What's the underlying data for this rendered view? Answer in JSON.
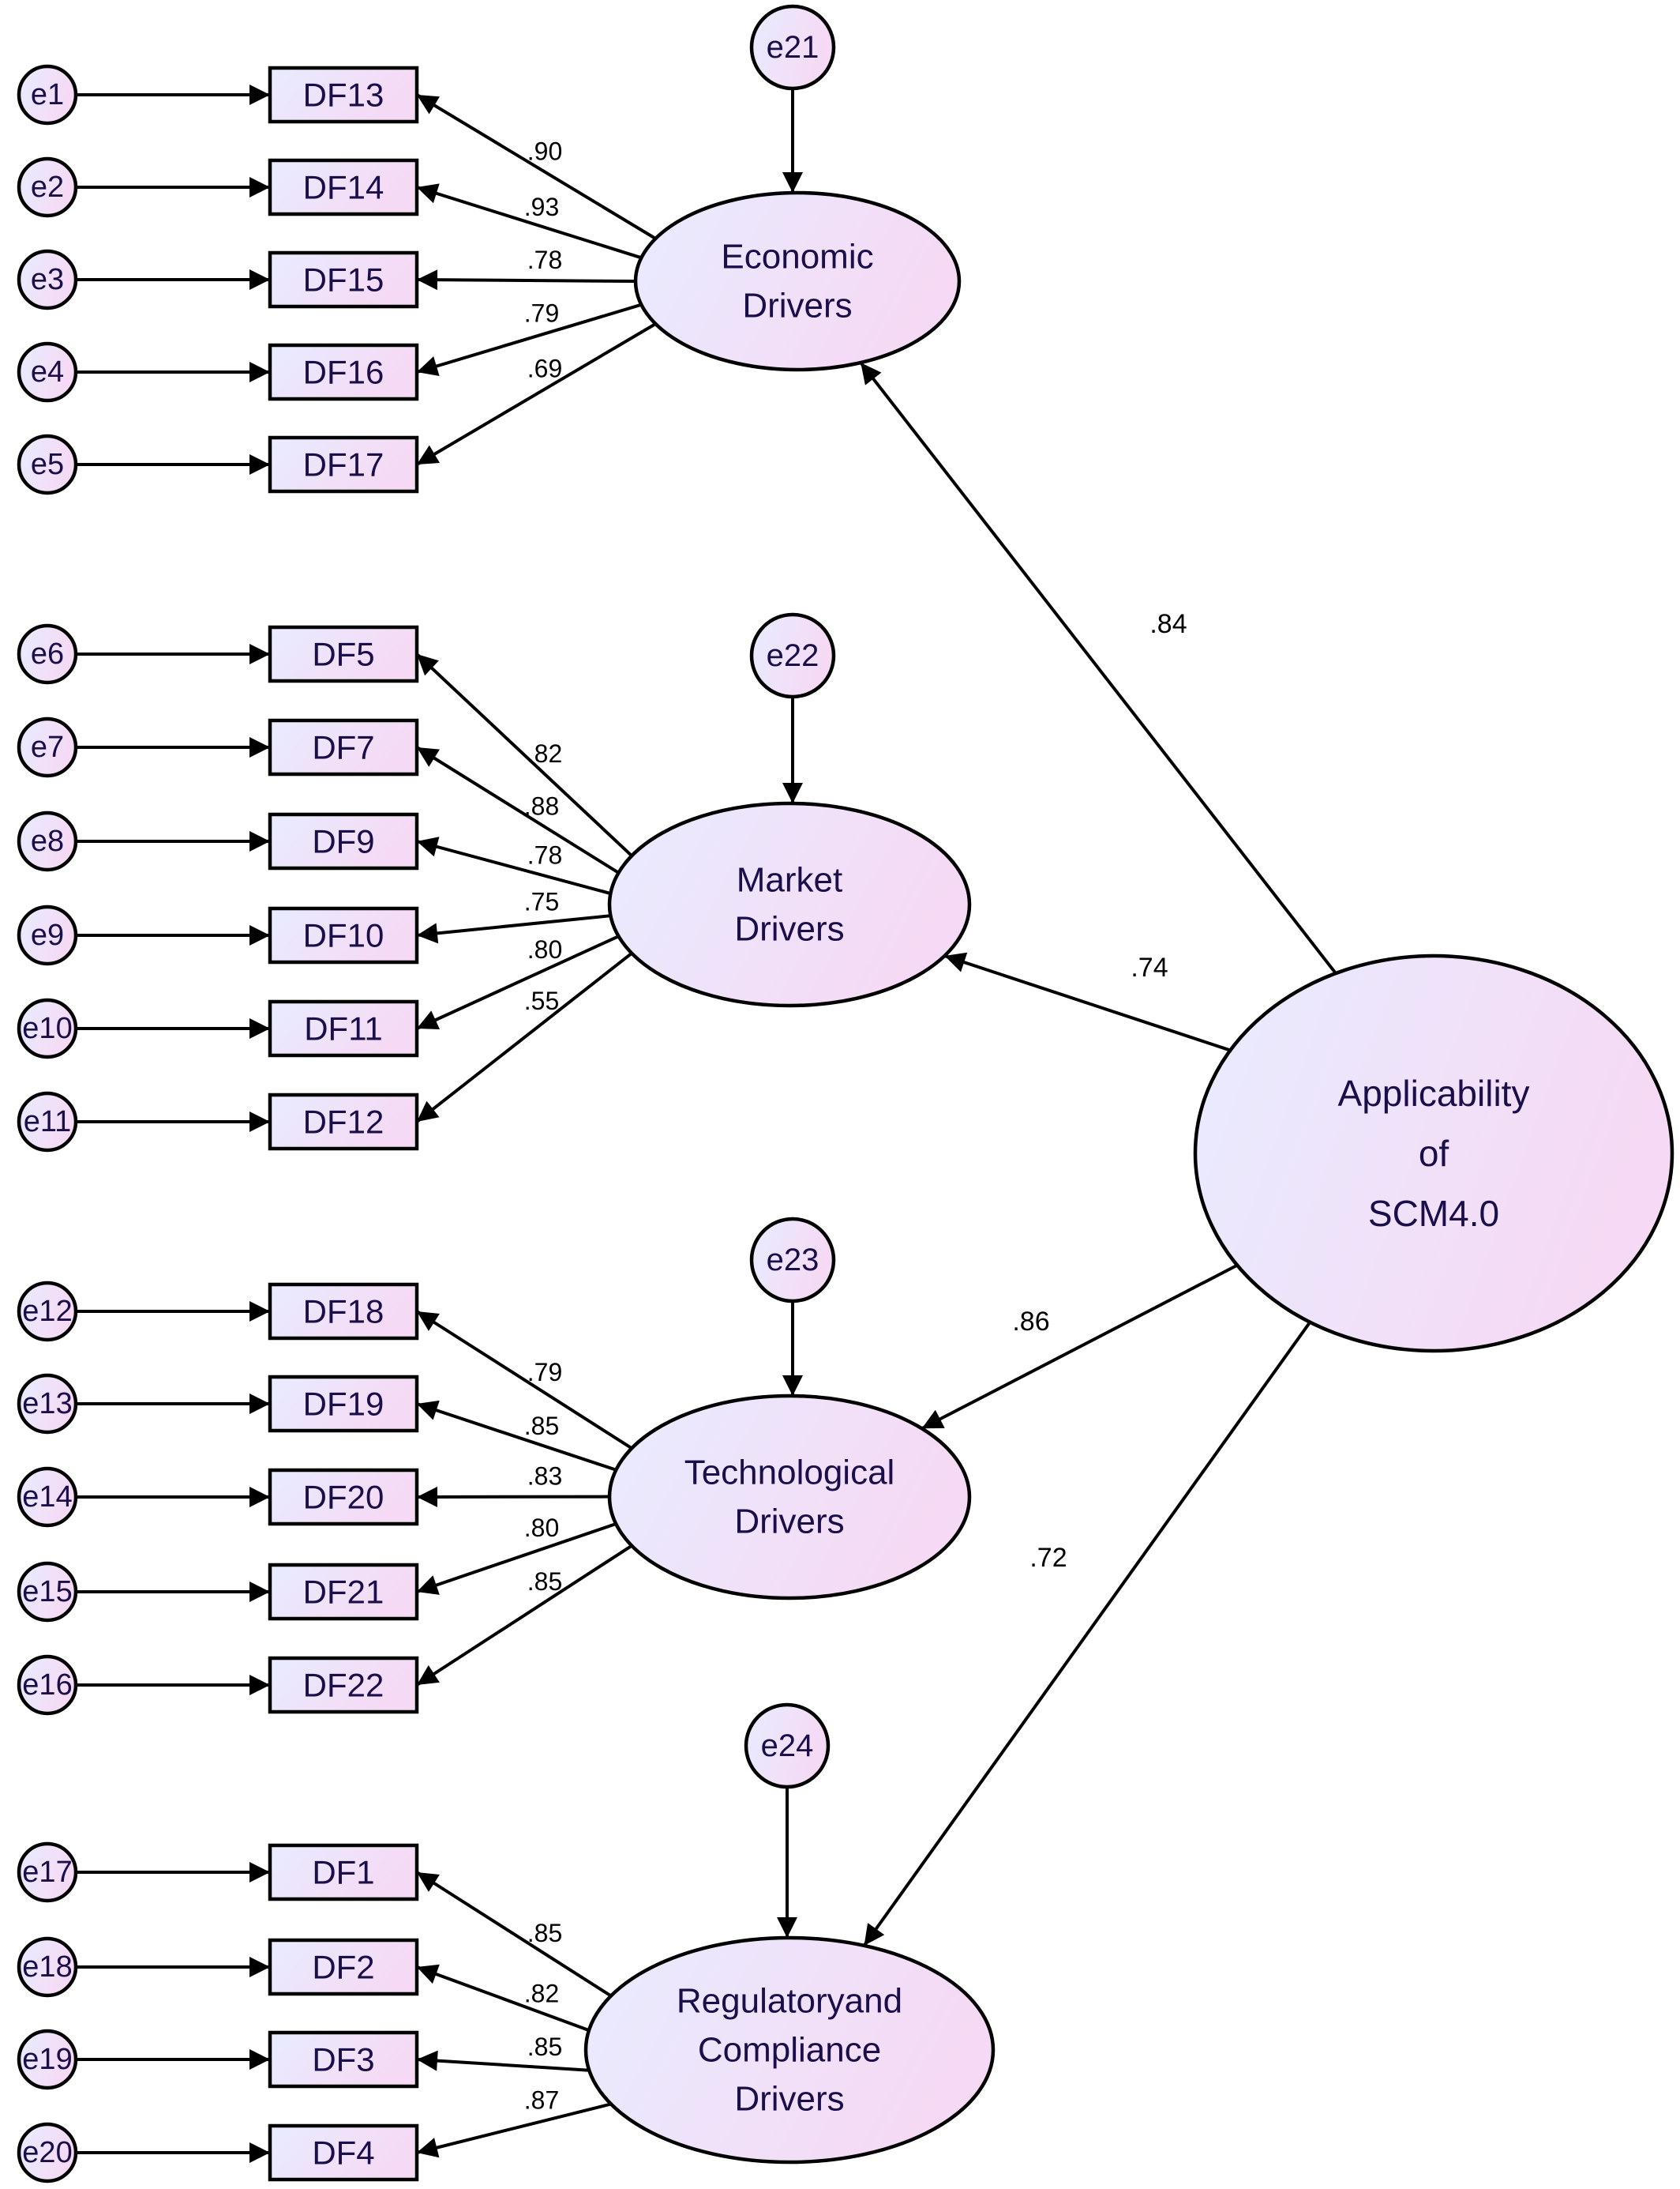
{
  "colors": {
    "stroke": "#000000",
    "text": "#1a0f4a",
    "fill_light": "#e8ecff",
    "fill_pink": "#f6d9f4"
  },
  "latents": [
    {
      "id": "econ",
      "lines": [
        "Economic",
        "Drivers"
      ]
    },
    {
      "id": "market",
      "lines": [
        "Market",
        "Drivers"
      ]
    },
    {
      "id": "tech",
      "lines": [
        "Technological",
        "Drivers"
      ]
    },
    {
      "id": "reg",
      "lines": [
        "Regulatoryand",
        "Compliance",
        "Drivers"
      ]
    },
    {
      "id": "scm",
      "lines": [
        "Applicability",
        "of",
        "SCM4.0"
      ]
    }
  ],
  "groups": [
    {
      "latent": "econ",
      "disturbance": "e21",
      "items": [
        {
          "error": "e1",
          "indicator": "DF13",
          "loading": ".90"
        },
        {
          "error": "e2",
          "indicator": "DF14",
          "loading": ".93"
        },
        {
          "error": "e3",
          "indicator": "DF15",
          "loading": ".78"
        },
        {
          "error": "e4",
          "indicator": "DF16",
          "loading": ".79"
        },
        {
          "error": "e5",
          "indicator": "DF17",
          "loading": ".69"
        }
      ]
    },
    {
      "latent": "market",
      "disturbance": "e22",
      "items": [
        {
          "error": "e6",
          "indicator": "DF5",
          "loading": ".82"
        },
        {
          "error": "e7",
          "indicator": "DF7",
          "loading": ".88"
        },
        {
          "error": "e8",
          "indicator": "DF9",
          "loading": ".78"
        },
        {
          "error": "e9",
          "indicator": "DF10",
          "loading": ".75"
        },
        {
          "error": "e10",
          "indicator": "DF11",
          "loading": ".80"
        },
        {
          "error": "e11",
          "indicator": "DF12",
          "loading": ".55"
        }
      ]
    },
    {
      "latent": "tech",
      "disturbance": "e23",
      "items": [
        {
          "error": "e12",
          "indicator": "DF18",
          "loading": ".79"
        },
        {
          "error": "e13",
          "indicator": "DF19",
          "loading": ".85"
        },
        {
          "error": "e14",
          "indicator": "DF20",
          "loading": ".83"
        },
        {
          "error": "e15",
          "indicator": "DF21",
          "loading": ".80"
        },
        {
          "error": "e16",
          "indicator": "DF22",
          "loading": ".85"
        }
      ]
    },
    {
      "latent": "reg",
      "disturbance": "e24",
      "items": [
        {
          "error": "e17",
          "indicator": "DF1",
          "loading": ".85"
        },
        {
          "error": "e18",
          "indicator": "DF2",
          "loading": ".82"
        },
        {
          "error": "e19",
          "indicator": "DF3",
          "loading": ".85"
        },
        {
          "error": "e20",
          "indicator": "DF4",
          "loading": ".87"
        }
      ]
    }
  ],
  "structural_paths": [
    {
      "from": "scm",
      "to": "econ",
      "coefficient": ".84"
    },
    {
      "from": "scm",
      "to": "market",
      "coefficient": ".74"
    },
    {
      "from": "scm",
      "to": "tech",
      "coefficient": ".86"
    },
    {
      "from": "scm",
      "to": "reg",
      "coefficient": ".72"
    }
  ]
}
